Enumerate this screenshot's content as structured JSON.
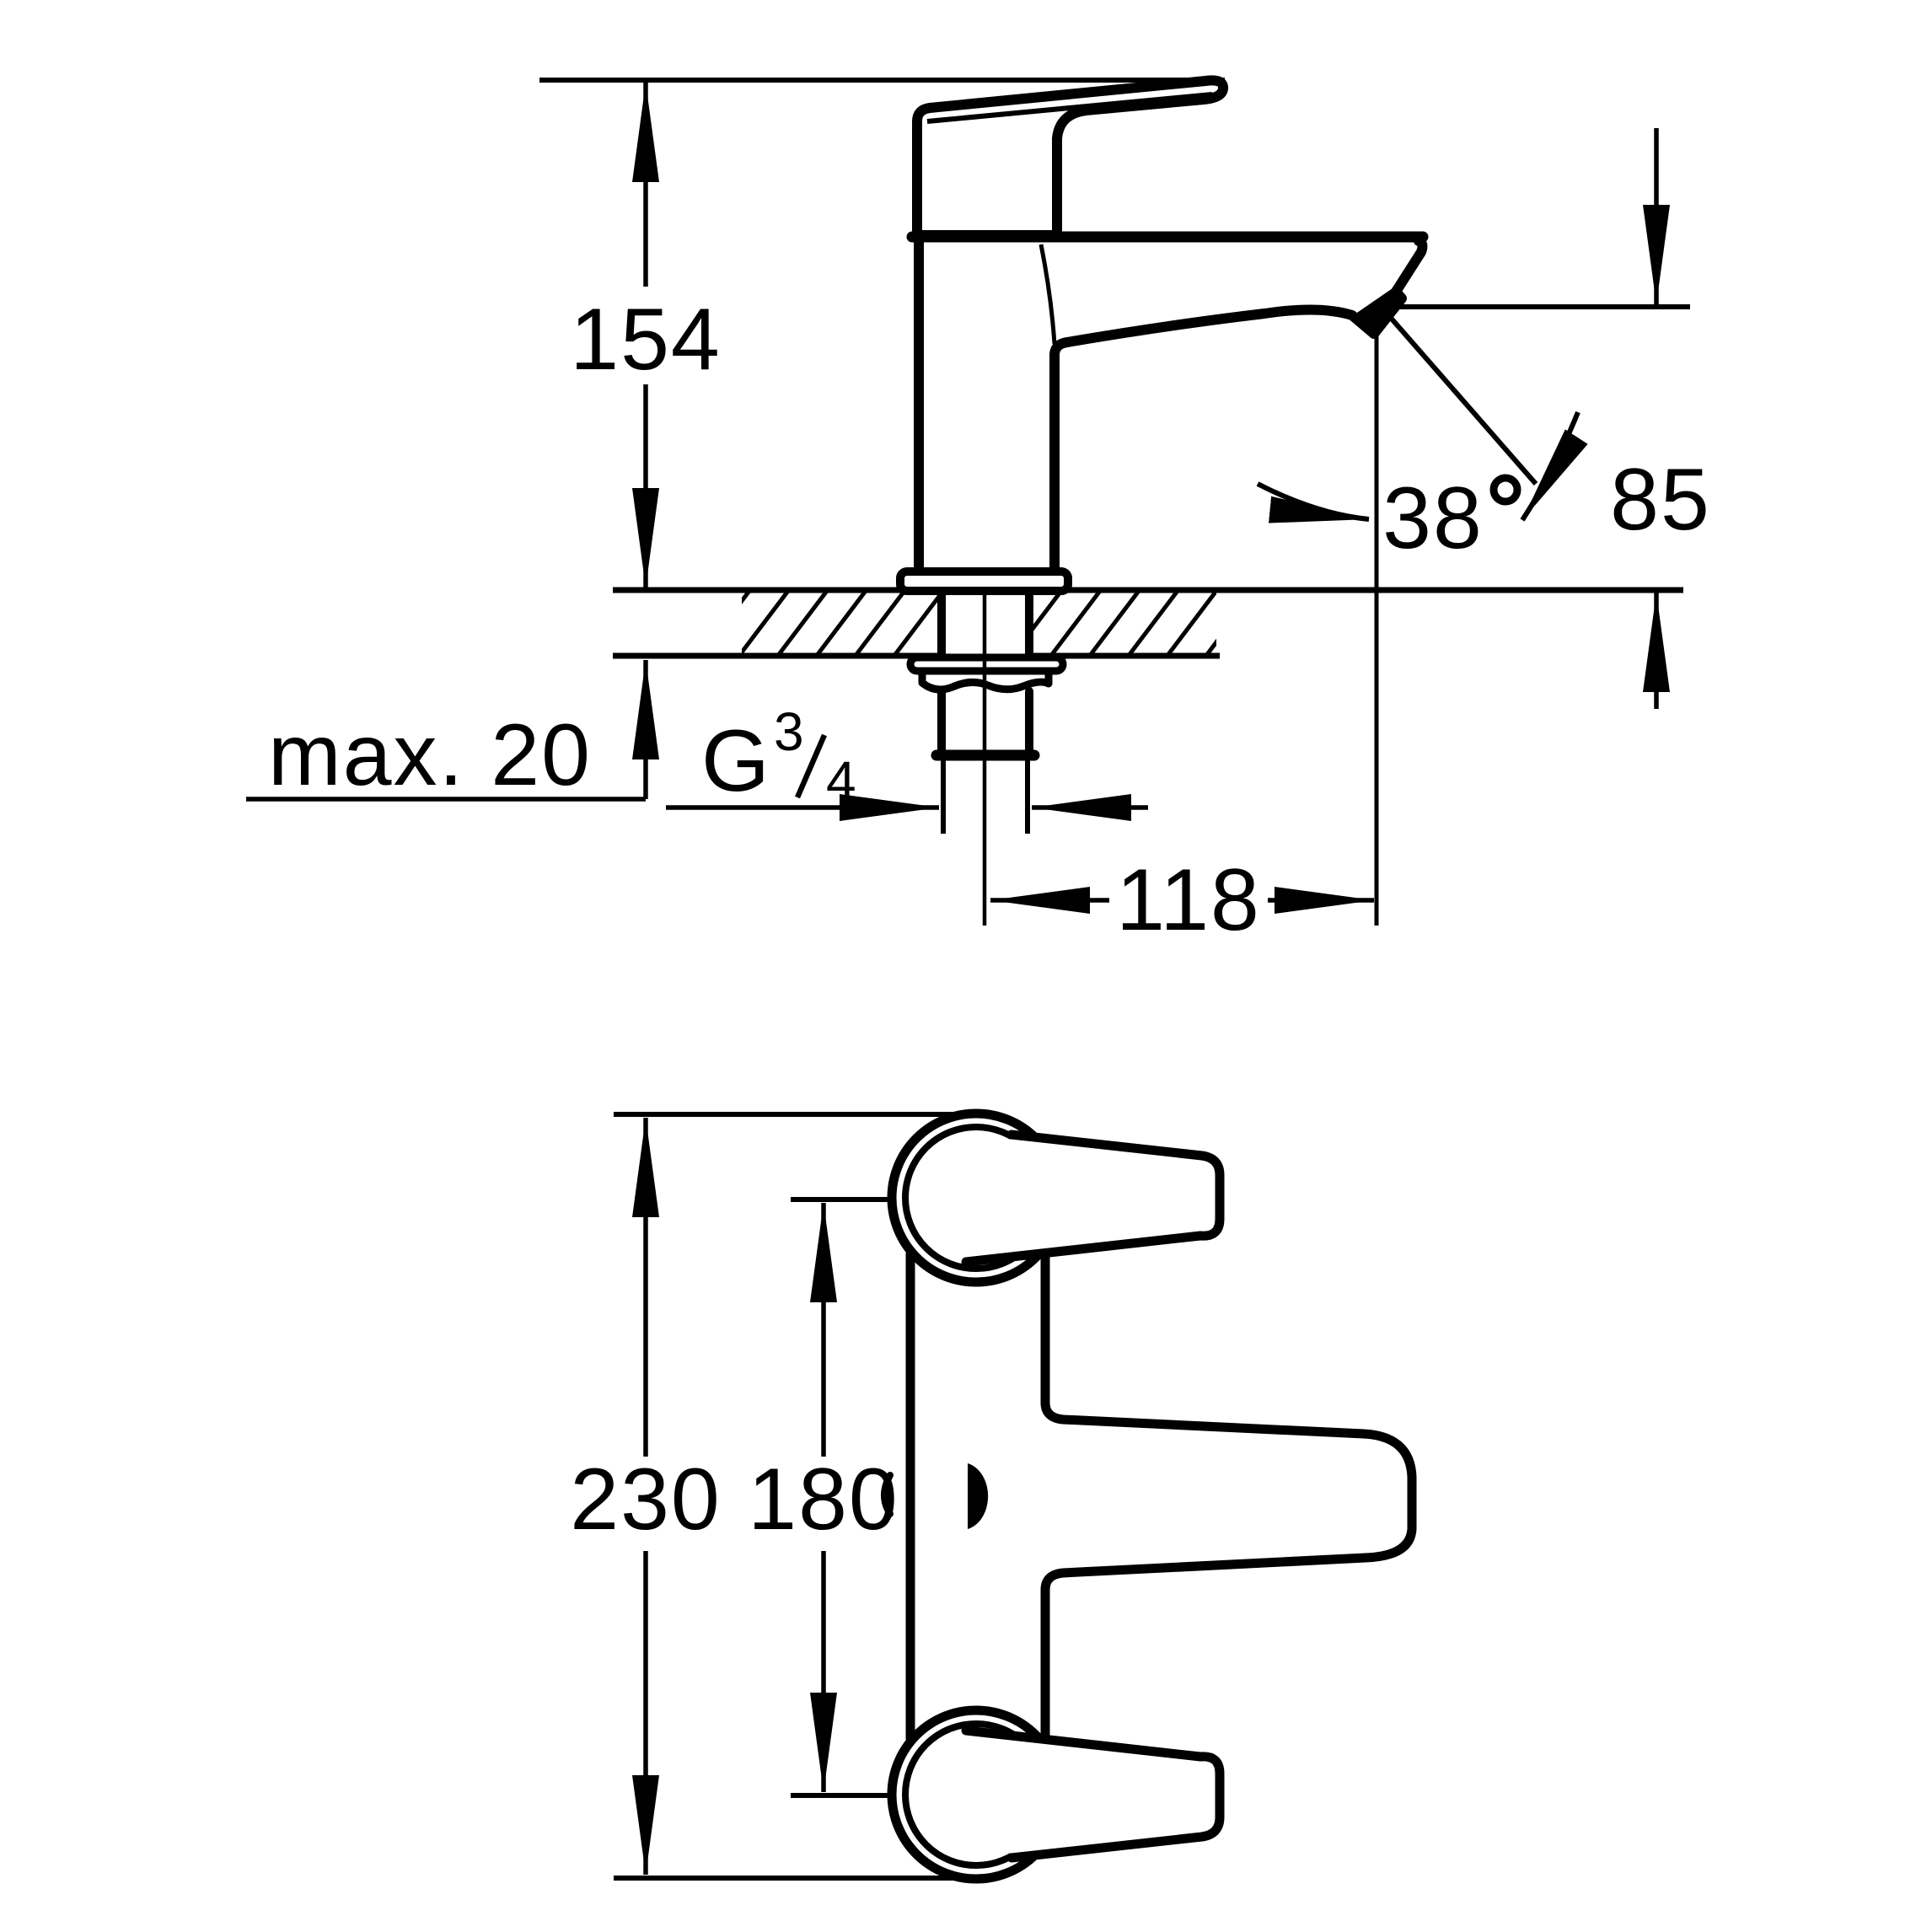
{
  "diagram": {
    "background_color": "#ffffff",
    "line_color": "#000000",
    "side_view": {
      "overall_height": "154",
      "outlet_height": "85",
      "spout_angle": "38",
      "degree_symbol": "°",
      "deck_thickness_label": "max. 20",
      "thread": {
        "prefix": "G",
        "numerator": "3",
        "slash": "/",
        "denominator": "4"
      },
      "spout_reach": "118"
    },
    "plan_view": {
      "overall_length": "230",
      "hole_center_distance": "180"
    }
  }
}
